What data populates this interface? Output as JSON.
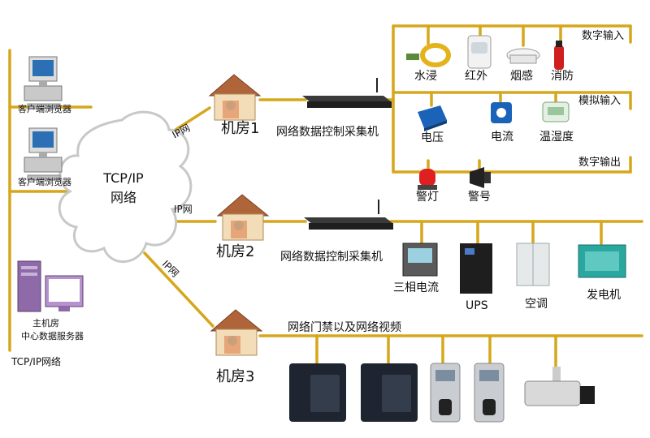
{
  "left": {
    "client1": "客户端浏览器",
    "client2": "客户端浏览器",
    "server_line1": "主机房",
    "server_line2": "中心数据服务器",
    "bottom": "TCP/IP网络"
  },
  "cloud": {
    "line1": "TCP/IP",
    "line2": "网络"
  },
  "links": {
    "ip1": "IP网",
    "ip2": "IP网",
    "ip3": "IP网"
  },
  "rooms": {
    "r1": "机房1",
    "r2": "机房2",
    "r3": "机房3"
  },
  "collectors": {
    "c1": "网络数据控制采集机",
    "c2": "网络数据控制采集机"
  },
  "room1": {
    "digital_in": "数字输入",
    "analog_in": "模拟输入",
    "digital_out": "数字输出",
    "devices_di": [
      "水浸",
      "红外",
      "烟感",
      "消防"
    ],
    "devices_ai": [
      "电压",
      "电流",
      "温湿度"
    ],
    "devices_do": [
      "警灯",
      "警号"
    ]
  },
  "room2": {
    "devices": [
      "三相电流",
      "UPS",
      "空调",
      "发电机"
    ]
  },
  "room3": {
    "bus": "网络门禁以及网络视频"
  },
  "colors": {
    "line": "#d6a71c",
    "cloud_fill": "#ffffff",
    "cloud_stroke": "#c8c8c8"
  },
  "icons": [
    "monitor-pc-icon",
    "tower-server-icon",
    "house-icon",
    "router-box-icon",
    "water-sensor-icon",
    "infrared-sensor-icon",
    "smoke-detector-icon",
    "extinguisher-icon",
    "voltage-meter-icon",
    "current-sensor-icon",
    "humidity-sensor-icon",
    "alarm-light-icon",
    "siren-icon",
    "power-meter-icon",
    "ups-icon",
    "air-conditioner-icon",
    "generator-icon",
    "card-reader-icon",
    "fingerprint-reader-icon",
    "camera-icon"
  ]
}
